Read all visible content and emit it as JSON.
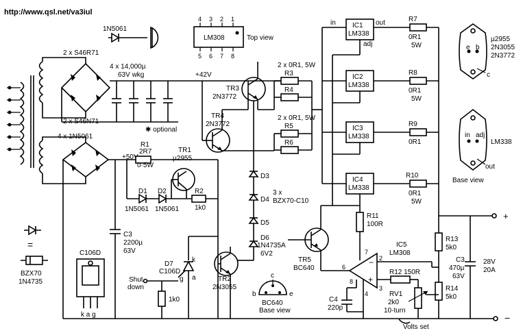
{
  "header": {
    "url": "http://www.qsl.net/va3iul"
  },
  "legend": {
    "diode_part": "1N5061",
    "lm308_pins_top": [
      "4",
      "3",
      "2",
      "1"
    ],
    "lm308_pins_bottom": [
      "5",
      "6",
      "7",
      "8"
    ],
    "lm308_name": "LM308",
    "lm308_view": "Top view",
    "zener_eq": "=",
    "zener_part1": "BZX70",
    "zener_part2": "1N4735",
    "scr_part": "C106D",
    "scr_pins": "k a g"
  },
  "input": {
    "bridge1_top": "2 x S46R71",
    "bridge1_bottom": "2 x S46N71",
    "bridge2": "4 x 1N5061",
    "caps_value": "4 x 14,000µ",
    "caps_rating": "63V wkg",
    "optional_note": "✱ optional",
    "v42": "+42V",
    "v50": "+50V"
  },
  "parts": {
    "r1": [
      "R1",
      "2R7",
      "0·5W"
    ],
    "tr1": [
      "TR1",
      "µ2955"
    ],
    "d1": [
      "D1",
      "1N5061"
    ],
    "d2": [
      "D2",
      "1N5061"
    ],
    "r2": [
      "R2",
      "1k0"
    ],
    "c3a": [
      "C3",
      "2200µ",
      "63V"
    ],
    "d7": [
      "D7",
      "C106D"
    ],
    "scr_pins": {
      "k": "k",
      "g": "g",
      "a": "a"
    },
    "shutdown": [
      "Shut",
      "down"
    ],
    "r_shut": "1k0",
    "tr2": [
      "TR2",
      "2N3055"
    ],
    "tr3": [
      "TR3",
      "2N3772"
    ],
    "tr4": [
      "TR4",
      "2N3772"
    ],
    "d3": "D3",
    "d4": "D4",
    "d5": "D5",
    "d345_note": [
      "3 x",
      "BZX70-C10"
    ],
    "d6": [
      "D6",
      "1N4735A",
      "6V2"
    ],
    "r3_note": "2 x 0R1, 5W",
    "r3": "R3",
    "r4": "R4",
    "r5_note": "2 x 0R1, 5W",
    "r5": "R5",
    "r6": "R6",
    "bc640_view": [
      "BC640",
      "Base view"
    ],
    "bc640_pins": {
      "b": "b",
      "c": "c",
      "e": "e"
    },
    "tr5": [
      "TR5",
      "BC640"
    ],
    "r11": [
      "R11",
      "100R"
    ],
    "c4": [
      "C4",
      "220p"
    ],
    "ic1": [
      "IC1",
      "LM338"
    ],
    "ic2": [
      "IC2",
      "LM338"
    ],
    "ic3": [
      "IC3",
      "LM338"
    ],
    "ic4": [
      "IC4",
      "LM338"
    ],
    "ic_pins": {
      "in": "in",
      "out": "out",
      "adj": "adj"
    },
    "r7": [
      "R7",
      "0R1",
      "5W"
    ],
    "r8": [
      "R8",
      "0R1",
      "5W"
    ],
    "r9": [
      "R9",
      "0R1"
    ],
    "r10": [
      "R10",
      "0R1",
      "5W"
    ],
    "ic5": [
      "IC5",
      "LM308"
    ],
    "ic5_pins": [
      "2",
      "3",
      "6",
      "8",
      "7",
      "4"
    ],
    "r12": "R12 150R",
    "rv1": [
      "RV1",
      "2k0",
      "10-turn"
    ],
    "volts_set": "Volts set",
    "r13": [
      "R13",
      "5k0"
    ],
    "r14": [
      "R14",
      "5k0"
    ],
    "c3b": [
      "C3",
      "470µ",
      "63V"
    ],
    "output": [
      "28V",
      "20A"
    ],
    "plus": "+",
    "minus": "−"
  },
  "packages": {
    "to3_a": {
      "pins_left": "e",
      "pins_right": "b",
      "pin_c": "c",
      "names": [
        "µ2955",
        "2N3055",
        "2N3772"
      ]
    },
    "to3_b": {
      "pin_in": "in",
      "pin_adj": "adj",
      "pin_out": "out",
      "name": "LM338",
      "view": "Base view"
    }
  }
}
